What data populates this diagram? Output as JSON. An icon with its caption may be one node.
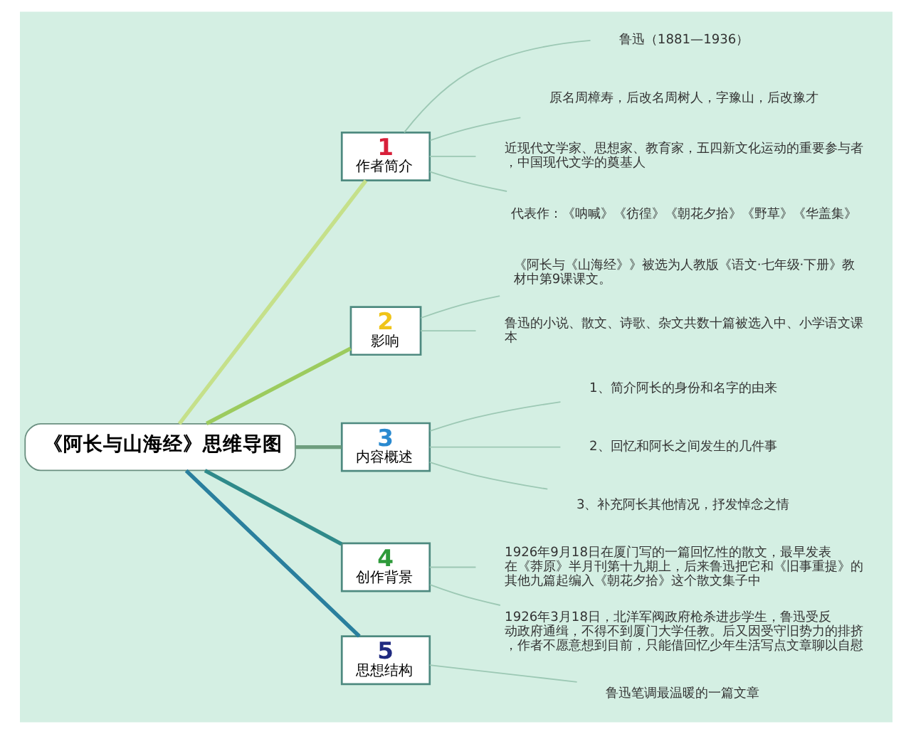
{
  "diagram": {
    "nodes": [
      {
        "text": [
          "《阿长与山海经》思维导图"
        ]
      },
      {
        "text": [
          "1",
          "作者简介"
        ]
      },
      {
        "text": [
          "鲁迅（1881—1936）"
        ]
      },
      {
        "text": [
          "原名周樟寿，后改名周树人，字豫山，后改豫才"
        ]
      },
      {
        "text": [
          "近现代文学家、思想家、教育家，五四新文化运动的重要参与者，中国现代文学的奠基人"
        ]
      },
      {
        "text": [
          "代表作：《呐喊》《彷徨》《朝花夕拾》《野草》《华盖集》"
        ]
      },
      {
        "text": [
          "2",
          "影响"
        ]
      },
      {
        "text": [
          "《阿长与《山海经》》被选为人教版《语文·七年级·下册》教材中第9课课文。"
        ]
      },
      {
        "text": [
          "鲁迅的小说、散文、诗歌、杂文共数十篇被选入中、小学语文课本"
        ]
      },
      {
        "text": [
          "3",
          "内容概述"
        ]
      },
      {
        "text": [
          "1、简介阿长的身份和名字的由来"
        ]
      },
      {
        "text": [
          "2、回忆和阿长之间发生的几件事"
        ]
      },
      {
        "text": [
          "3、补充阿长其他情况，抒发悼念之情"
        ]
      },
      {
        "text": [
          "4",
          "创作背景"
        ]
      },
      {
        "text": [
          "1926年9月18日在厦门写的一篇回忆性的散文，最早发表在《莽原》半月刊第十九期上，后来鲁迅把它和《旧事重提》的其他九篇起编入《朝花夕拾》这个散文集子中"
        ]
      },
      {
        "text": [
          "1926年3月18日，北洋军阀政府枪杀进步学生，鲁迅受反动政府通缉，不得不到厦门大学任教。后又因受守旧势力的排挤，作者不愿意想到目前，只能借回忆少年生活写点文章聊以自慰"
        ]
      },
      {
        "text": [
          "5",
          "思想结构"
        ]
      },
      {
        "text": [
          "鲁迅笔调最温暖的一篇文章"
        ]
      }
    ],
    "edges": [
      {
        "from": 0,
        "to": 1,
        "arrow": "none",
        "style": "thick",
        "color": "#c5e08a"
      },
      {
        "from": 1,
        "to": 2,
        "arrow": "none"
      },
      {
        "from": 1,
        "to": 3,
        "arrow": "none"
      },
      {
        "from": 1,
        "to": 4,
        "arrow": "none"
      },
      {
        "from": 1,
        "to": 5,
        "arrow": "none"
      },
      {
        "from": 0,
        "to": 6,
        "arrow": "none",
        "style": "thick",
        "color": "#9ccb5e"
      },
      {
        "from": 6,
        "to": 7,
        "arrow": "none"
      },
      {
        "from": 6,
        "to": 8,
        "arrow": "none"
      },
      {
        "from": 0,
        "to": 9,
        "arrow": "none",
        "style": "thick",
        "color": "#6e9e7e"
      },
      {
        "from": 9,
        "to": 10,
        "arrow": "none"
      },
      {
        "from": 9,
        "to": 11,
        "arrow": "none"
      },
      {
        "from": 9,
        "to": 12,
        "arrow": "none"
      },
      {
        "from": 0,
        "to": 13,
        "arrow": "none",
        "style": "thick",
        "color": "#2f8a8a"
      },
      {
        "from": 13,
        "to": 14,
        "arrow": "none"
      },
      {
        "from": 13,
        "to": 15,
        "arrow": "none"
      },
      {
        "from": 0,
        "to": 16,
        "arrow": "none",
        "style": "thick",
        "color": "#2a7f9e"
      },
      {
        "from": 16,
        "to": 17,
        "arrow": "none"
      }
    ]
  }
}
